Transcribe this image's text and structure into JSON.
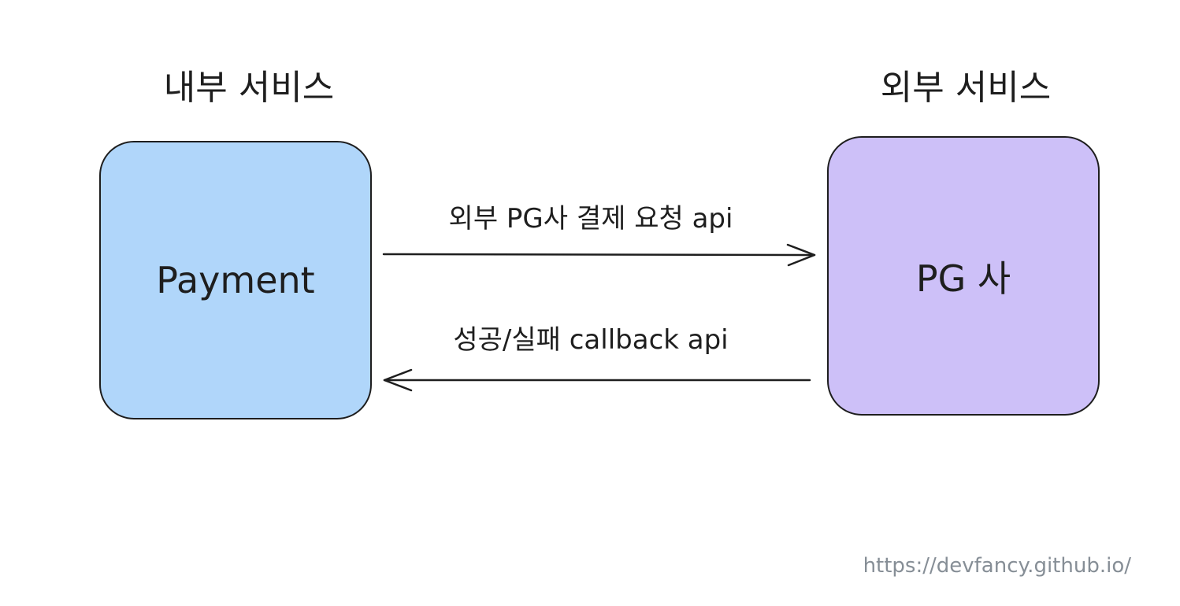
{
  "diagram": {
    "left_group": {
      "title": "내부 서비스",
      "box_label": "Payment",
      "fill": "#b0d6fa"
    },
    "right_group": {
      "title": "외부 서비스",
      "box_label": "PG 사",
      "fill": "#cdc0f8"
    },
    "arrows": [
      {
        "label": "외부 PG사 결제 요청 api",
        "from": "Payment",
        "to": "PG 사"
      },
      {
        "label": "성공/실패 callback api",
        "from": "PG 사",
        "to": "Payment"
      }
    ],
    "stroke_color": "#1e1e1e"
  },
  "footer": {
    "url_text": "https://devfancy.github.io/"
  }
}
